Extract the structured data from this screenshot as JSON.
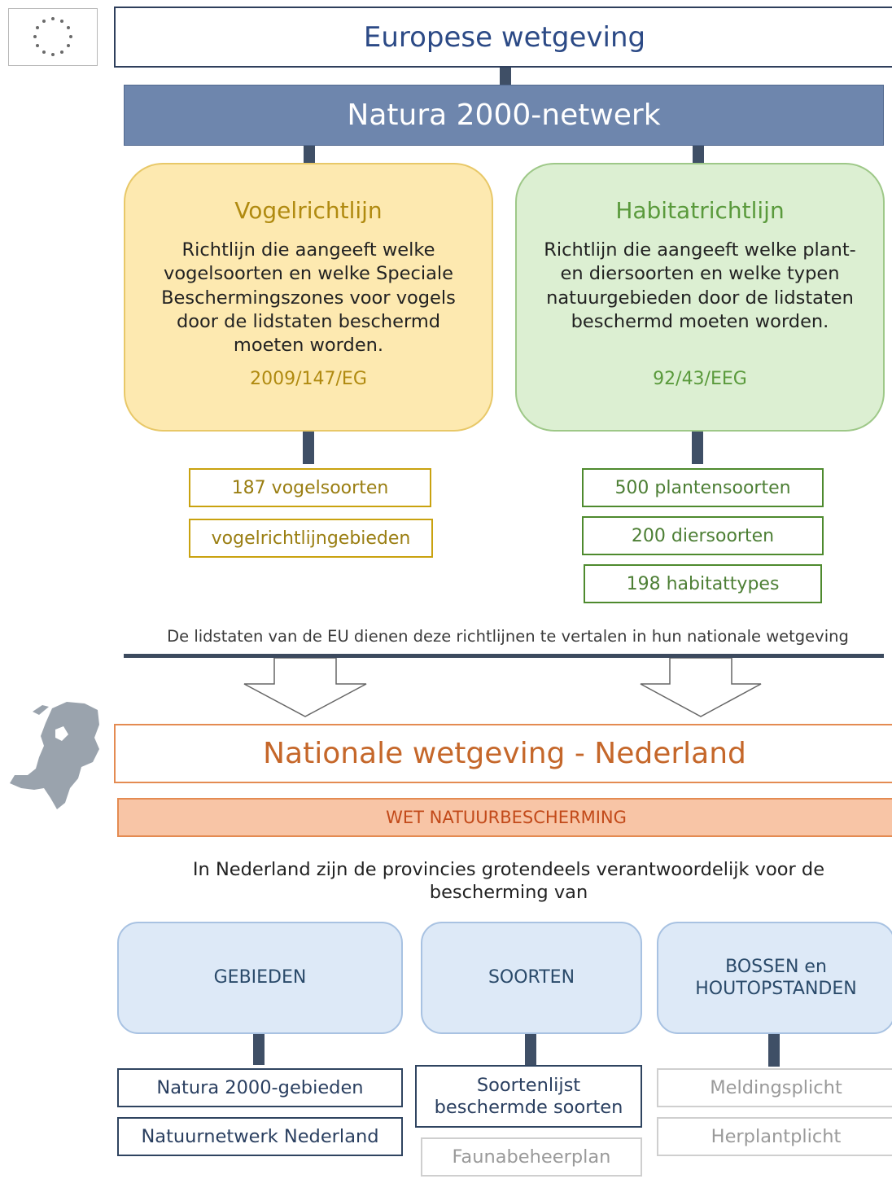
{
  "eu": {
    "title": "Europese wetgeving",
    "network": "Natura 2000-netwerk"
  },
  "vogel": {
    "title": "Vogelrichtlijn",
    "desc": "Richtlijn die aangeeft welke vogelsoorten en welke Speciale Beschermingszones voor vogels door de lidstaten beschermd moeten worden.",
    "code": "2009/147/EG",
    "items": [
      "187 vogelsoorten",
      "vogelrichtlijngebieden"
    ]
  },
  "habitat": {
    "title": "Habitatrichtlijn",
    "desc": "Richtlijn die aangeeft welke plant- en diersoorten en welke typen natuurgebieden door de lidstaten beschermd moeten worden.",
    "code": "92/43/EEG",
    "items": [
      "500 plantensoorten",
      "200 diersoorten",
      "198 habitattypes"
    ]
  },
  "transition": "De lidstaten van de EU dienen deze richtlijnen te vertalen in hun nationale wetgeving",
  "national": {
    "title": "Nationale wetgeving - Nederland",
    "law": "WET NATUURBESCHERMING",
    "intro": "In Nederland zijn de  provincies grotendeels verantwoordelijk voor de bescherming van"
  },
  "categories": {
    "gebieden": {
      "label": "GEBIEDEN",
      "items": [
        "Natura 2000-gebieden",
        "Natuurnetwerk Nederland"
      ]
    },
    "soorten": {
      "label": "SOORTEN",
      "items": [
        "Soortenlijst beschermde soorten",
        "Faunabeheerplan"
      ]
    },
    "bossen": {
      "label": "BOSSEN en HOUTOPSTANDEN",
      "items": [
        "Meldingsplicht",
        "Herplantplicht"
      ]
    }
  },
  "colors": {
    "eu_blue": "#2c4a86",
    "network_fill": "#6e86ad",
    "vogel_fill": "#fde9b0",
    "habitat_fill": "#dcefd2",
    "national_orange": "#c5672a",
    "law_fill": "#f8c5a6",
    "category_fill": "#dde9f7"
  },
  "icons": [
    "eu-stars-icon",
    "netherlands-map-icon",
    "down-arrow-icon"
  ]
}
